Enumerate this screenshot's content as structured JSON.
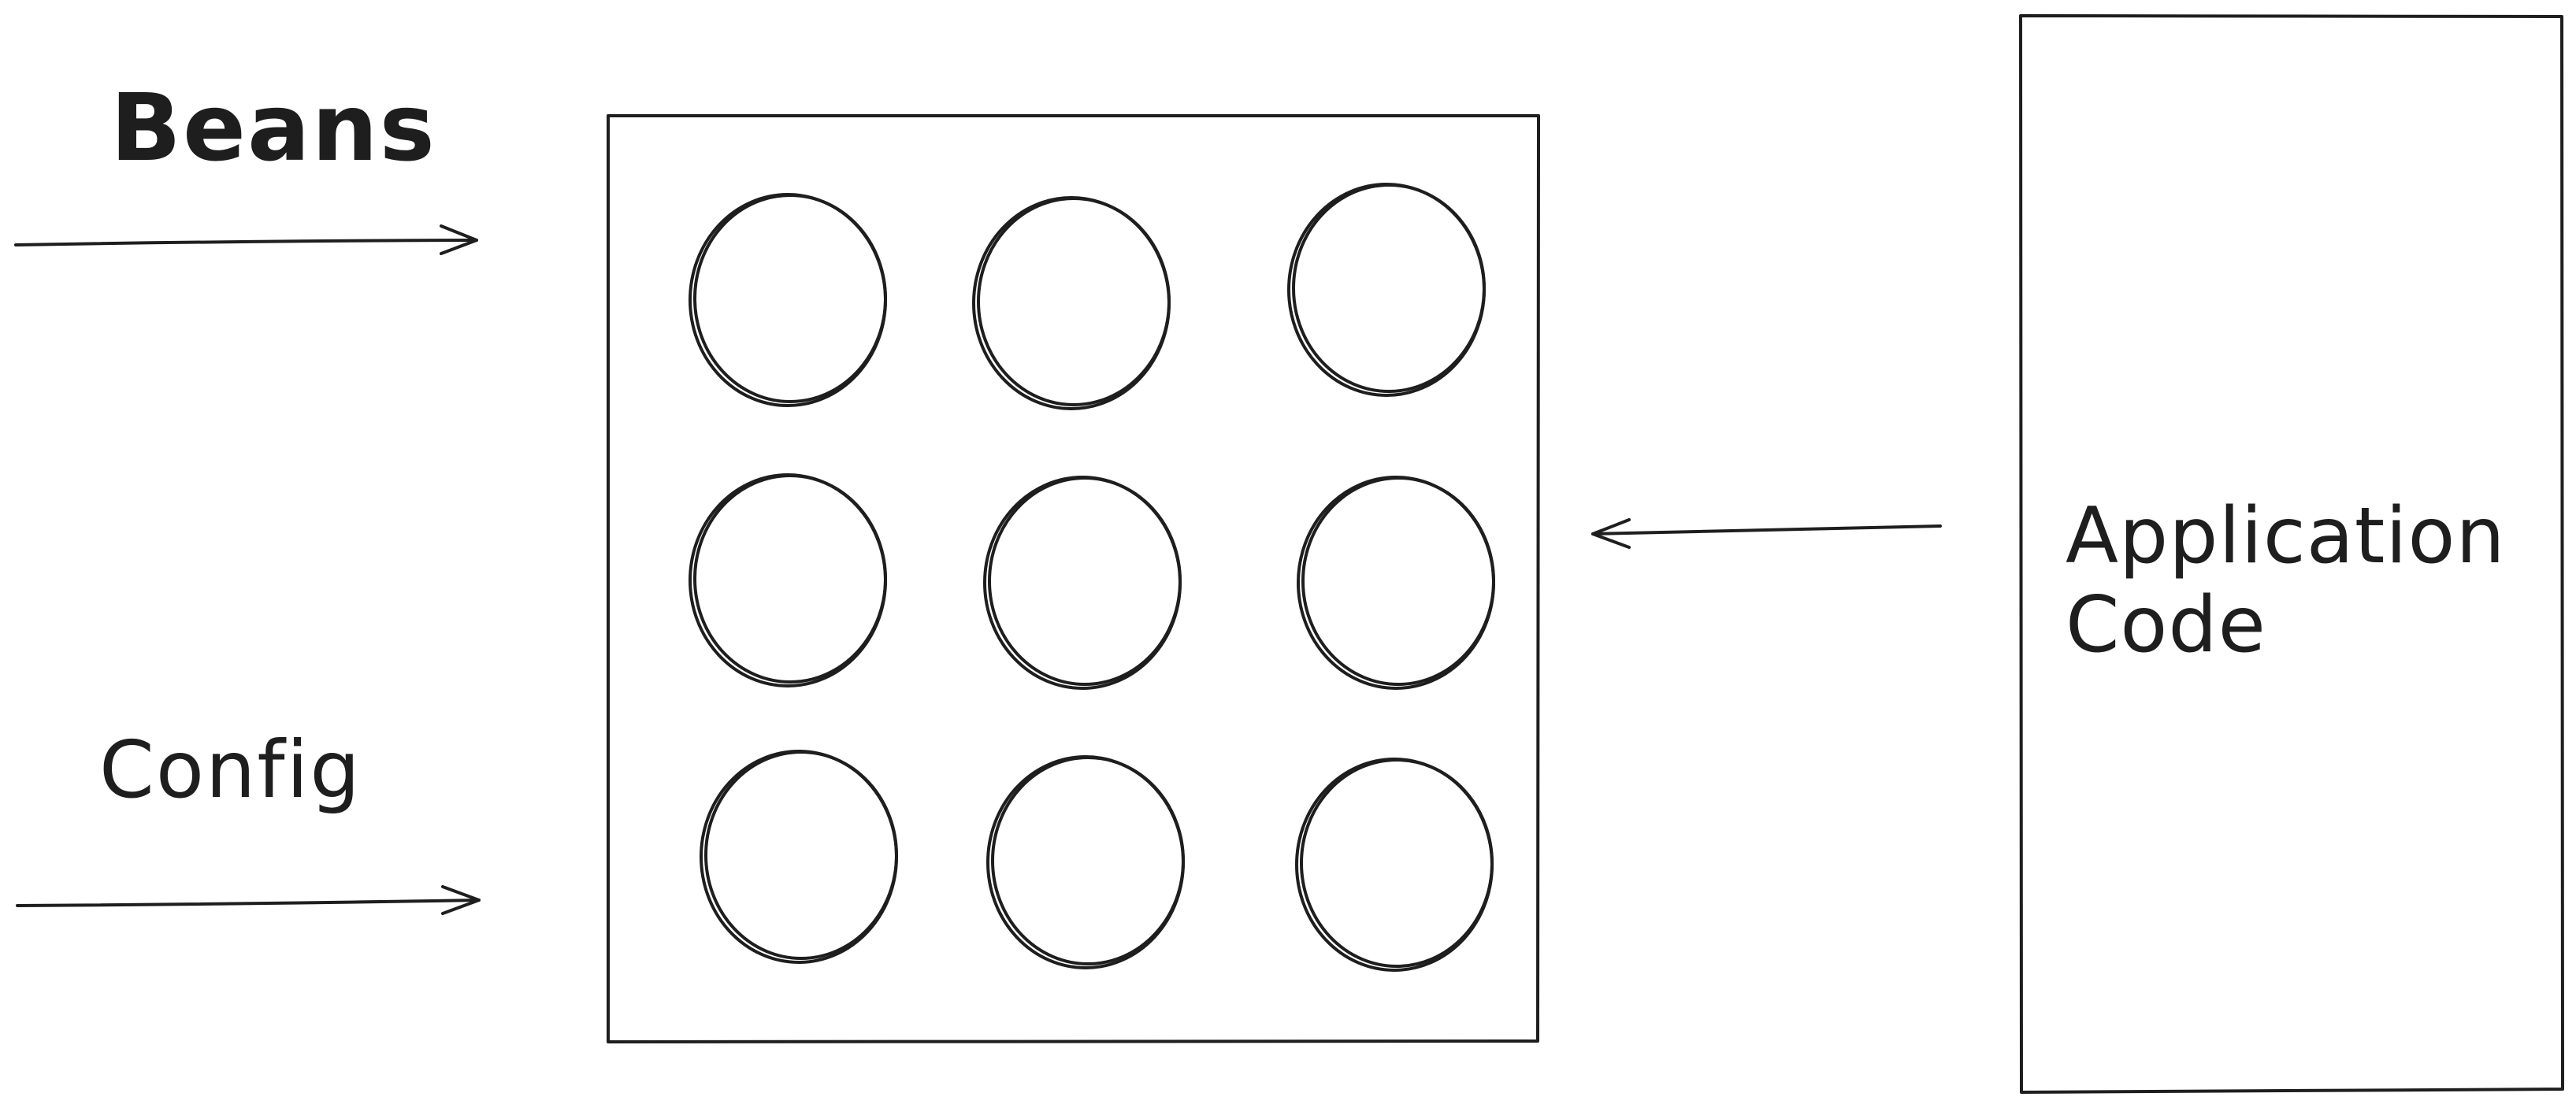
{
  "labels": {
    "beans": "Beans",
    "config": "Config",
    "application_code": {
      "line1": "Application",
      "line2": "Code"
    }
  },
  "container": {
    "bean_count": 9,
    "rows": 3,
    "columns": 3
  },
  "colors": {
    "stroke": "#1e1e1e",
    "background": "#ffffff"
  }
}
